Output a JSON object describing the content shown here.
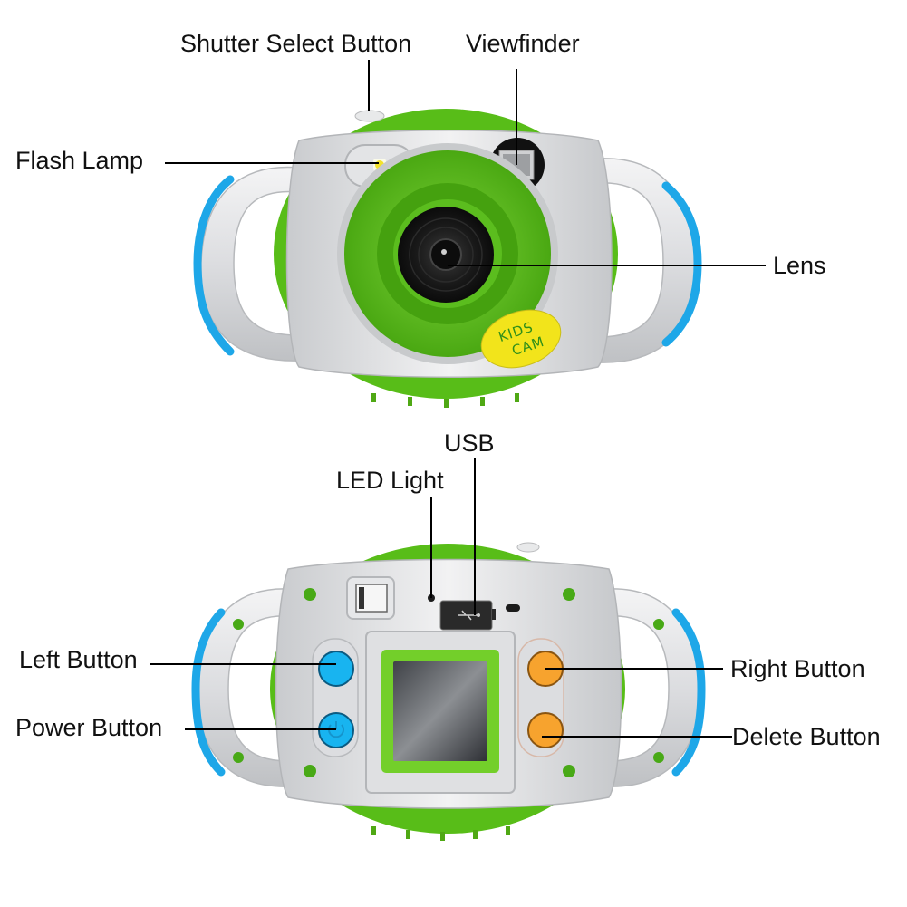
{
  "diagram": {
    "subject": "Kids digital camera",
    "views": [
      {
        "name": "front",
        "badge": {
          "line1": "KIDS",
          "line2": "CAM"
        },
        "callouts": [
          {
            "id": "shutter-select-button",
            "label": "Shutter Select Button"
          },
          {
            "id": "viewfinder",
            "label": "Viewfinder"
          },
          {
            "id": "flash-lamp",
            "label": "Flash Lamp"
          },
          {
            "id": "lens",
            "label": "Lens"
          }
        ]
      },
      {
        "name": "back",
        "callouts": [
          {
            "id": "usb",
            "label": "USB"
          },
          {
            "id": "led-light",
            "label": "LED Light"
          },
          {
            "id": "left-button",
            "label": "Left Button"
          },
          {
            "id": "power-button",
            "label": "Power Button"
          },
          {
            "id": "right-button",
            "label": "Right Button"
          },
          {
            "id": "delete-button",
            "label": "Delete Button"
          }
        ]
      }
    ]
  },
  "colors": {
    "body_green": "#5cc21c",
    "silver": "#d9dadc",
    "grip_blue": "#1ea7e8",
    "button_blue": "#18b4f0",
    "button_orange": "#f7a32e",
    "badge_yellow": "#f3e51d",
    "lens_black": "#151515",
    "screen_grey": "#4a4d52"
  }
}
